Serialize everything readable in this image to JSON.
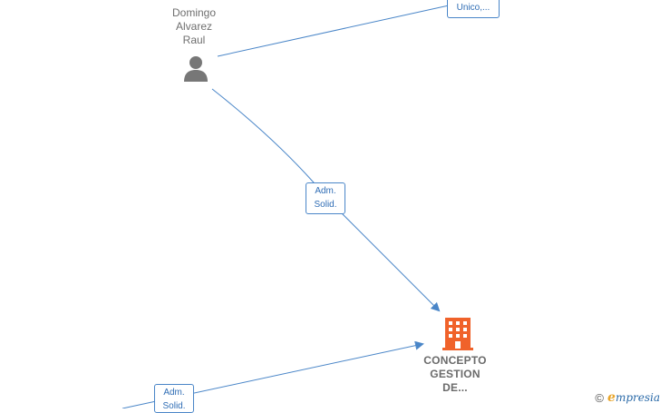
{
  "nodes": {
    "person": {
      "name": "Domingo\nAlvarez\nRaul",
      "icon": "person-icon"
    },
    "company": {
      "name": "CONCEPTO\nGESTION\nDE...",
      "icon": "building-icon",
      "color": "#f0622a"
    }
  },
  "edges": {
    "top_right": {
      "label": "Unico,..."
    },
    "person_to_company": {
      "label": "Adm.\nSolid."
    },
    "bottom_left": {
      "label": "Adm.\nSolid."
    }
  },
  "colors": {
    "edge": "#4a86c8",
    "person": "#777777"
  },
  "footer": {
    "copyright_symbol": "©",
    "brand_initial": "e",
    "brand_rest": "mpresia"
  }
}
